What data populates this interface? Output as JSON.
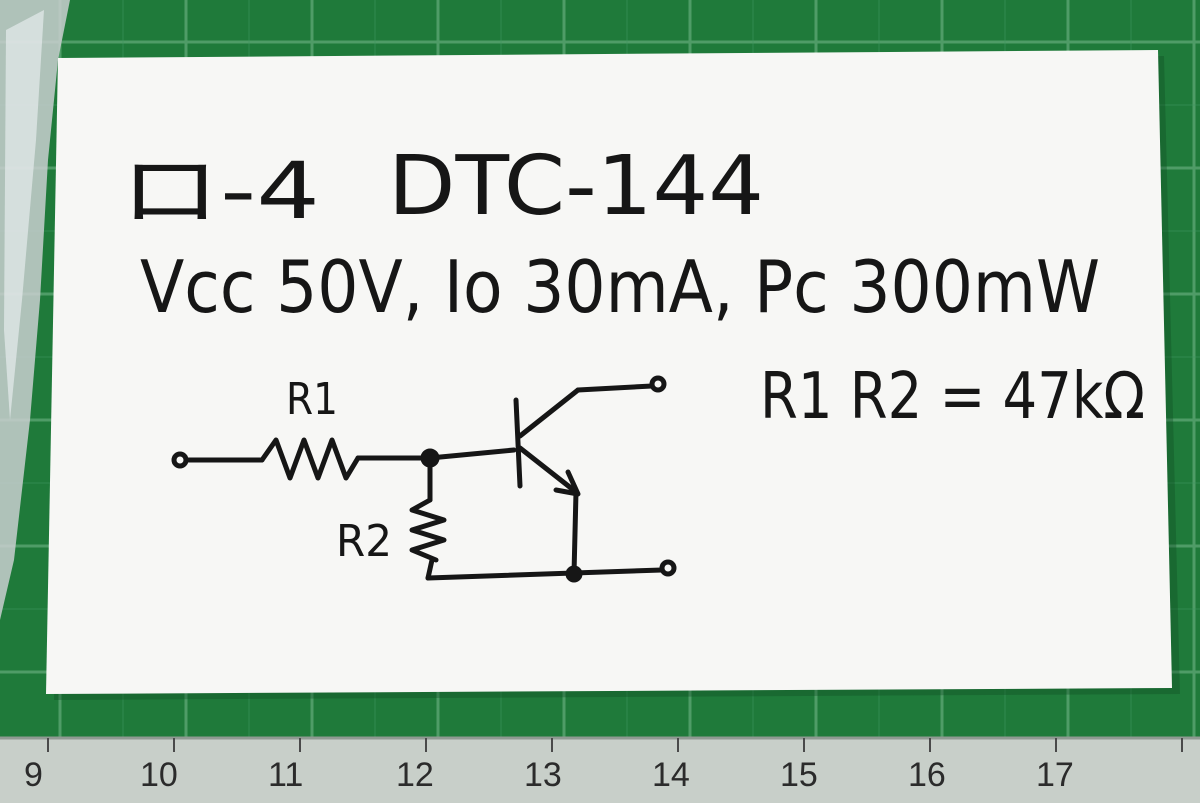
{
  "note": {
    "line1_left": "ロ-4",
    "line1_right": "DTC-144",
    "line2": "Vcc 50V, Io 30mA, Pc 300mW",
    "formula": "R1 R2 = 47kΩ"
  },
  "schematic": {
    "label_r1": "R1",
    "label_r2": "R2"
  },
  "ruler": {
    "numbers": [
      "9",
      "10",
      "11",
      "12",
      "13",
      "14",
      "15",
      "16",
      "17"
    ]
  },
  "colors": {
    "mat_green": "#1f7a3a",
    "grid_line": "#5fa877",
    "paper": "#f7f7f5",
    "ink": "#161616",
    "ruler_band": "#c8cfc9"
  }
}
